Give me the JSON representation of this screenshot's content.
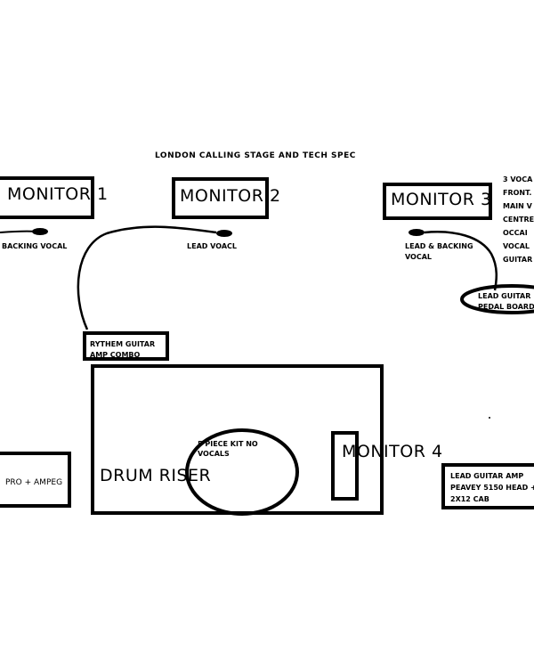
{
  "title": "LONDON CALLING STAGE AND TECH SPEC",
  "monitors": {
    "m1": "MONITOR 1",
    "m2": "MONITOR 2",
    "m3": "MONITOR 3",
    "m4": "MONITOR 4"
  },
  "mics": {
    "backing_vocal": "BACKING VOCAL",
    "lead_vocal": "LEAD VOACL",
    "lead_backing_line1": "LEAD & BACKING",
    "lead_backing_line2": "VOCAL"
  },
  "right_notes": [
    "3 VOCA",
    "FRONT.",
    "MAIN V",
    "CENTRE",
    "OCCAI",
    "VOCAL",
    "GUITAR"
  ],
  "rhythm_amp": {
    "line1": "RYTHEM GUITAR",
    "line2": "AMP COMBO"
  },
  "lead_pedal": {
    "line1": "LEAD GUITAR",
    "line2": "PEDAL BOARD"
  },
  "drum_riser": "DRUM RISER",
  "drum_kit": {
    "line1": "5 PIECE KIT NO",
    "line2": "VOCALS"
  },
  "bass_amp": "PRO + AMPEG",
  "lead_amp": {
    "line1": "LEAD GUITAR AMP",
    "line2": "PEAVEY 5150 HEAD +",
    "line3": "2X12 CAB"
  },
  "colors": {
    "ink": "#000000",
    "background": "#ffffff"
  }
}
